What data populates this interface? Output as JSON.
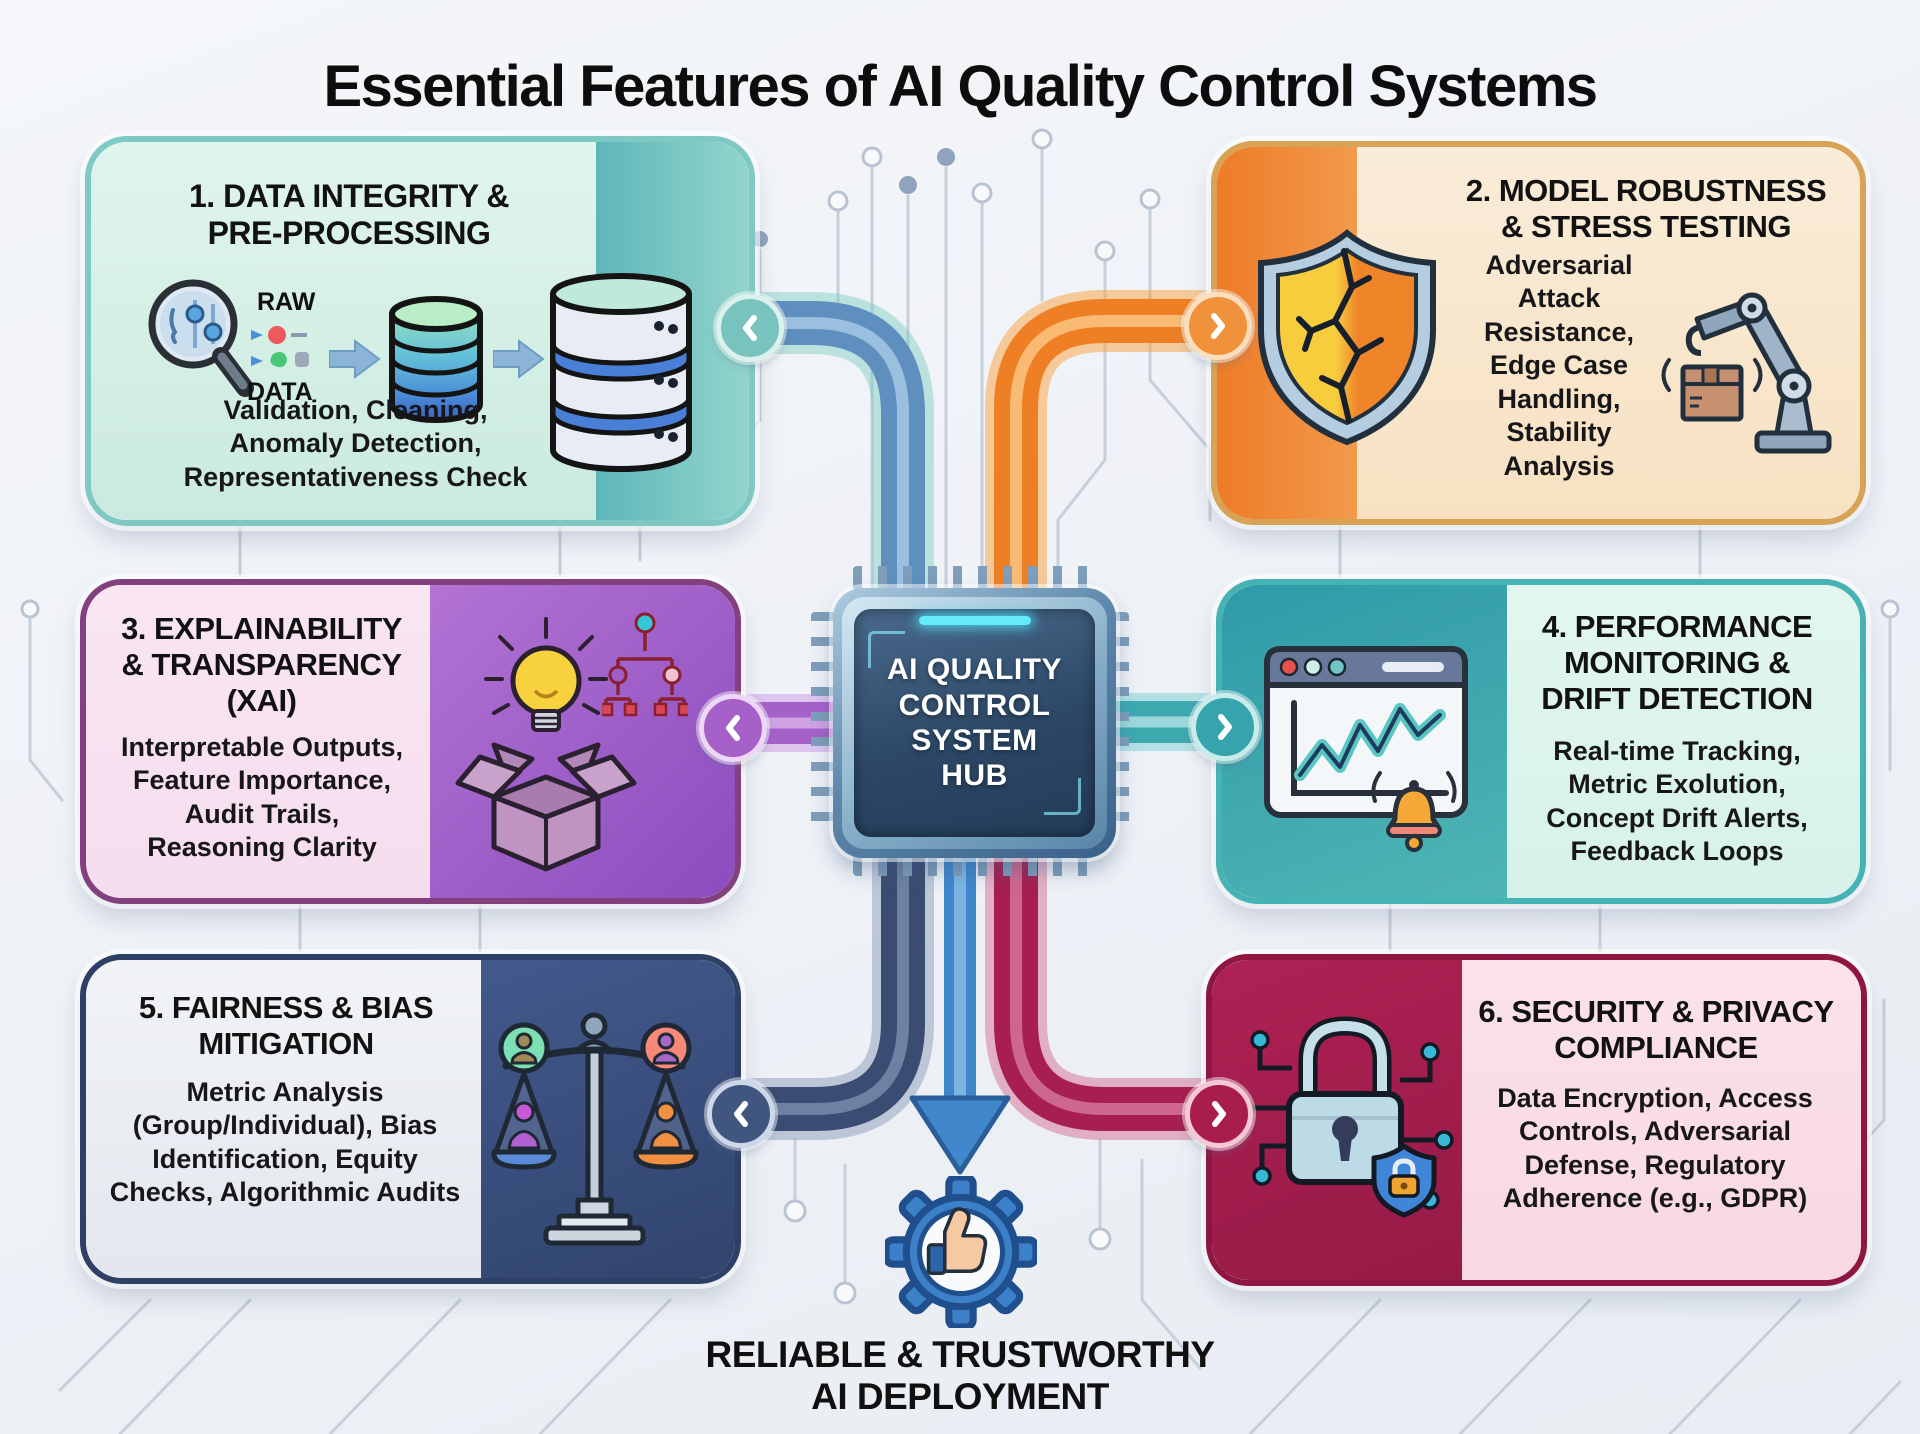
{
  "page_title": "Essential Features of AI Quality Control Systems",
  "hub": {
    "label": "AI QUALITY\nCONTROL\nSYSTEM\nHUB",
    "chip_color": "#2c4866",
    "glow_color": "#64eaf8"
  },
  "features": [
    {
      "id": 1,
      "title": "1. DATA INTEGRITY &\nPRE-PROCESSING",
      "description": "Validation, Cleaning,\nAnomaly Detection,\nRepresentativeness Check",
      "accent_color": "#6fbfc0",
      "icon": "magnifier-raw-data-to-database-pipeline",
      "labels": {
        "raw": "RAW",
        "data": "DATA"
      }
    },
    {
      "id": 2,
      "title": "2. MODEL ROBUSTNESS\n& STRESS TESTING",
      "description": "Adversarial\nAttack\nResistance,\nEdge Case\nHandling,\nStability\nAnalysis",
      "accent_color": "#ef8428",
      "icon": "cracked-shield-and-robot-arm"
    },
    {
      "id": 3,
      "title": "3. EXPLAINABILITY\n& TRANSPARENCY\n(XAI)",
      "description": "Interpretable Outputs,\nFeature Importance,\nAudit Trails,\nReasoning Clarity",
      "accent_color": "#a05cc8",
      "icon": "open-box-lightbulb-decision-tree"
    },
    {
      "id": 4,
      "title": "4. PERFORMANCE\nMONITORING &\nDRIFT DETECTION",
      "description": "Real-time Tracking,\nMetric Exolution,\nConcept Drift Alerts,\nFeedback Loops",
      "accent_color": "#3fa9b0",
      "icon": "monitoring-dashboard-alert-bell"
    },
    {
      "id": 5,
      "title": "5. FAIRNESS & BIAS\nMITIGATION",
      "description": "Metric Analysis\n(Group/Individual), Bias\nIdentification, Equity\nChecks, Algorithmic Audits",
      "accent_color": "#3d5080",
      "icon": "balance-scale-people"
    },
    {
      "id": 6,
      "title": "6. SECURITY & PRIVACY\nCOMPLIANCE",
      "description": "Data Encryption, Access\nControls, Adversarial\nDefense, Regulatory\nAdherence (e.g., GDPR)",
      "accent_color": "#a81d4e",
      "icon": "circuit-padlock-shield"
    }
  ],
  "outcome": {
    "label": "RELIABLE & TRUSTWORTHY\nAI DEPLOYMENT",
    "icon": "gear-thumbs-up",
    "arrow_color": "#4187cc"
  },
  "background": {
    "base_color": "#eef1f6",
    "trace_color": "#c6cfda"
  }
}
